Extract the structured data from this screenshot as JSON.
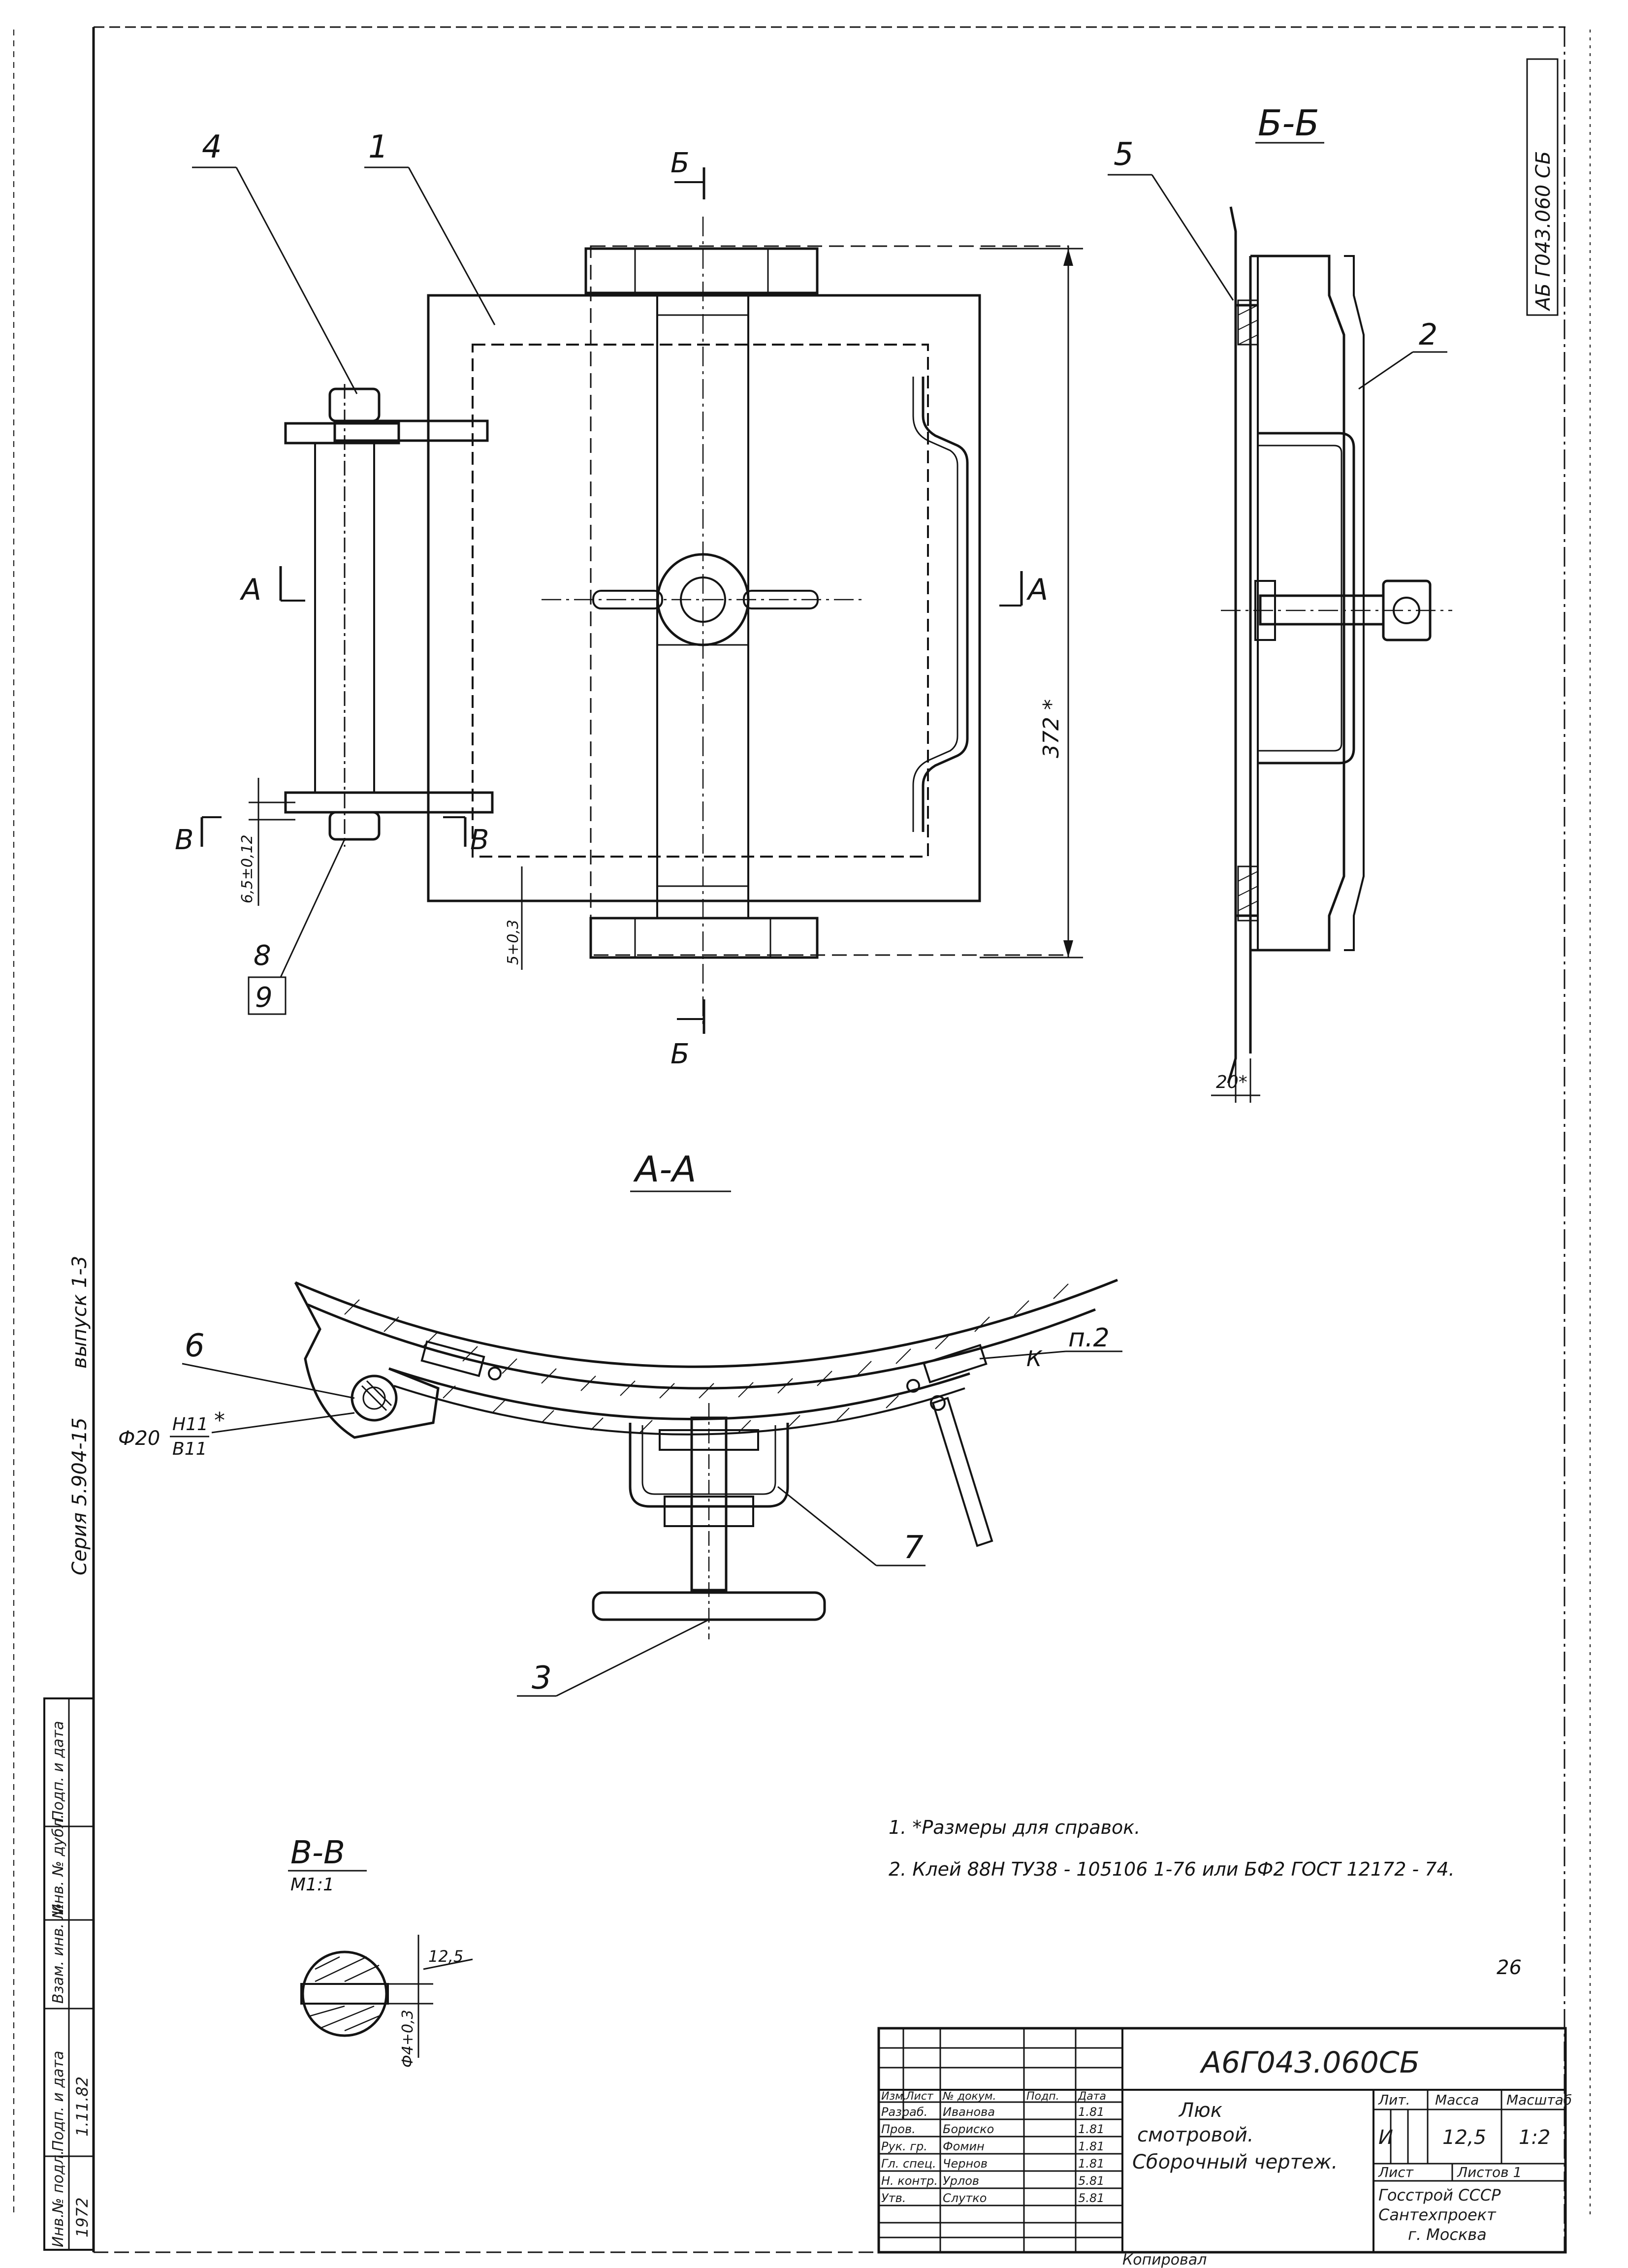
{
  "stamp": {
    "code": "АБ Г043.060 СБ"
  },
  "views": {
    "view_bb": "Б-Б",
    "view_aa": "А-А",
    "view_vv": "В-В",
    "view_vv_scale": "М1:1"
  },
  "section_marks": {
    "b_top": "Б",
    "b_bottom": "Б",
    "a_left": "А",
    "a_right": "А",
    "v_left": "В",
    "v_right": "В"
  },
  "callouts": {
    "c1": "1",
    "c2": "2",
    "c3": "3",
    "c4": "4",
    "c5": "5",
    "c6": "6",
    "c7": "7",
    "c8": "8",
    "c9": "9",
    "p2": "п.2",
    "k": "К"
  },
  "dimensions": {
    "d372": "372 *",
    "d20": "20*",
    "d6_5": "6,5±0,12",
    "d5": "5+0,3",
    "fit": "Ф20",
    "fit_num": "Н11",
    "fit_den": "В11",
    "fit_star": "*",
    "vv_12_5": "12,5",
    "vv_phi4": "Ф4+0,3"
  },
  "notes": [
    "1. *Размеры для справок.",
    "2. Клей 88Н ТУ38 - 105106 1-76 или БФ2 ГОСТ 12172 - 74."
  ],
  "side_margin": {
    "series": "Серия  5.904-15",
    "issue": "выпуск 1-3",
    "cols": [
      "Инв.№ подл.",
      "Подп. и дата",
      "Взам. инв. №",
      "Инв. № дубл.",
      "Подп. и дата"
    ],
    "values": [
      "1972",
      "1.11.82",
      "",
      "",
      ""
    ]
  },
  "title_block": {
    "document_code": "А6Г043.060СБ",
    "name_line1": "Люк",
    "name_line2": "смотровой.",
    "name_line3": "Сборочный чертеж.",
    "lit_label": "Лит.",
    "mass_label": "Масса",
    "scale_label": "Масштаб",
    "lit_value": "И",
    "mass_value": "12,5",
    "scale_value": "1:2",
    "sheet_label": "Лист",
    "sheets_label": "Листов 1",
    "org1": "Госстрой СССР",
    "org2": "Сантехпроект",
    "org3": "г. Москва",
    "header": [
      "Изм.",
      "Лист",
      "№ докум.",
      "Подп.",
      "Дата"
    ],
    "roles": [
      {
        "role": "Разраб.",
        "name": "Иванова",
        "date": "1.81"
      },
      {
        "role": "Пров.",
        "name": "Бориско",
        "date": "1.81"
      },
      {
        "role": "Рук. гр.",
        "name": "Фомин",
        "date": "1.81"
      },
      {
        "role": "Гл. спец.",
        "name": "Чернов",
        "date": "1.81"
      },
      {
        "role": "Н. контр.",
        "name": "Урлов",
        "date": "5.81"
      },
      {
        "role": "Утв.",
        "name": "Слутко",
        "date": "5.81"
      }
    ]
  },
  "bottom_text": "Копировал",
  "small_mark": "26"
}
